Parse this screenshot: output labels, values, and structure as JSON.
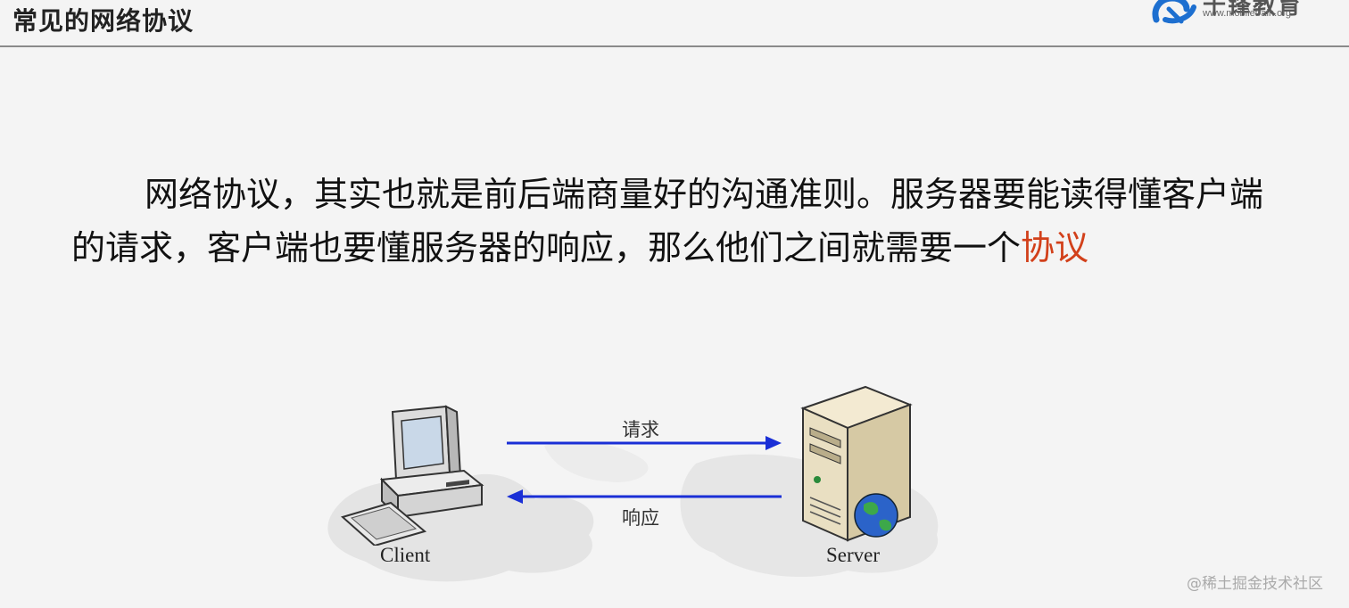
{
  "slide": {
    "title": "常见的网络协议",
    "logo_text": "千锋教育",
    "logo_url": "www.mobiletrain.org"
  },
  "body": {
    "text_main": "网络协议，其实也就是前后端商量好的沟通准则。服务器要能读得懂客户端的请求，客户端也要懂服务器的响应，那么他们之间就需要一个",
    "text_highlight": "协议",
    "highlight_color": "#d2401a"
  },
  "diagram": {
    "client_label": "Client",
    "server_label": "Server",
    "request_label": "请求",
    "response_label": "响应",
    "arrow_color": "#1a2fd6",
    "client_icon": "desktop-computer-icon",
    "server_icon": "server-tower-icon"
  },
  "watermark": "@稀土掘金技术社区"
}
